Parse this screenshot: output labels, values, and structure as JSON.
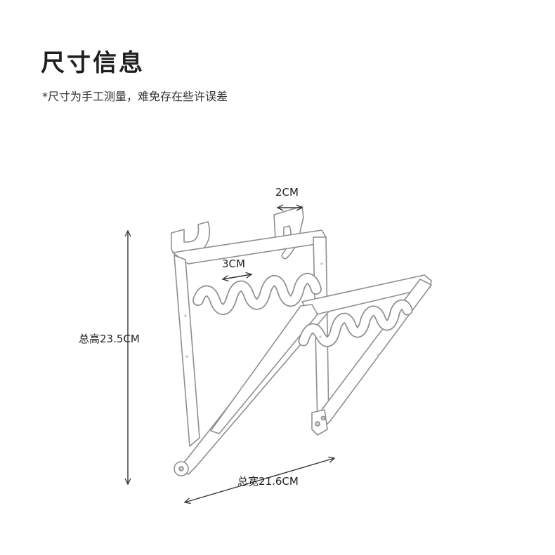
{
  "header": {
    "title": "尺寸信息",
    "note": "*尺寸为手工测量，难免存在些许误差"
  },
  "dimensions": {
    "hook_width": "2CM",
    "wave_spacing": "3CM",
    "total_height": "总高23.5CM",
    "total_width": "总宽21.6CM"
  },
  "colors": {
    "rack": "#ffffff",
    "rack_outline": "#8f8f8f",
    "dimension_line": "#333333",
    "text": "#222222"
  }
}
